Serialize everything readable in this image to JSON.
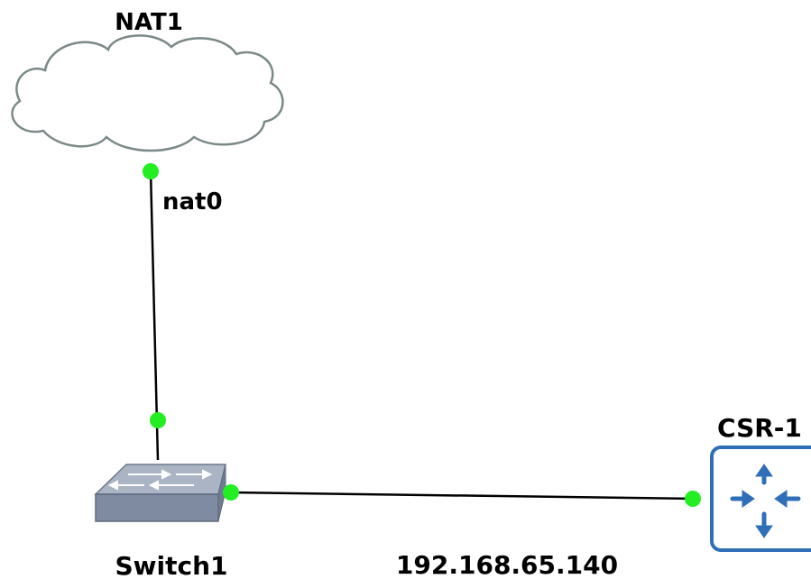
{
  "topology": {
    "nodes": {
      "nat": {
        "label": "NAT1",
        "type": "cloud",
        "icon": "cloud-icon"
      },
      "switch": {
        "label": "Switch1",
        "type": "switch",
        "icon": "switch-icon"
      },
      "router": {
        "label": "CSR-1",
        "type": "router",
        "icon": "router-icon"
      }
    },
    "links": [
      {
        "from": "NAT1",
        "to": "Switch1",
        "interface_label": "nat0"
      },
      {
        "from": "Switch1",
        "to": "CSR-1",
        "link_label": "192.168.65.140"
      }
    ],
    "colors": {
      "link": "#000000",
      "port_status": "#22ee22",
      "cloud_fill": "#ffffff",
      "cloud_stroke": "#7a8a88",
      "router_stroke": "#2f6fb8",
      "router_arrows": "#2f6fb8",
      "switch_top": "#aab4c4",
      "switch_front": "#7f8ba0"
    }
  }
}
